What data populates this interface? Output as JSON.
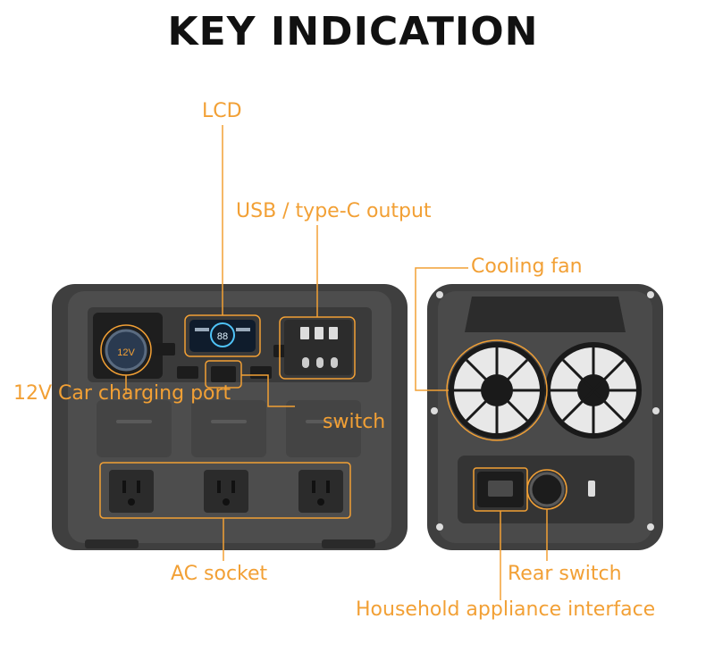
{
  "heading": "KEY INDICATION",
  "labels": {
    "lcd": "LCD",
    "usb": "USB / type-C output",
    "cooling_fan": "Cooling fan",
    "car_charging": "12V Car charging port",
    "switch": "switch",
    "ac_socket": "AC socket",
    "rear_switch": "Rear switch",
    "household": "Household appliance interface"
  },
  "device_markings": {
    "car_port_voltage": "12V",
    "lcd_reading": "88"
  },
  "colors": {
    "accent": "#f2a035",
    "body": "#4b4b4b",
    "body_dark": "#2e2e2e",
    "title": "#111111"
  }
}
